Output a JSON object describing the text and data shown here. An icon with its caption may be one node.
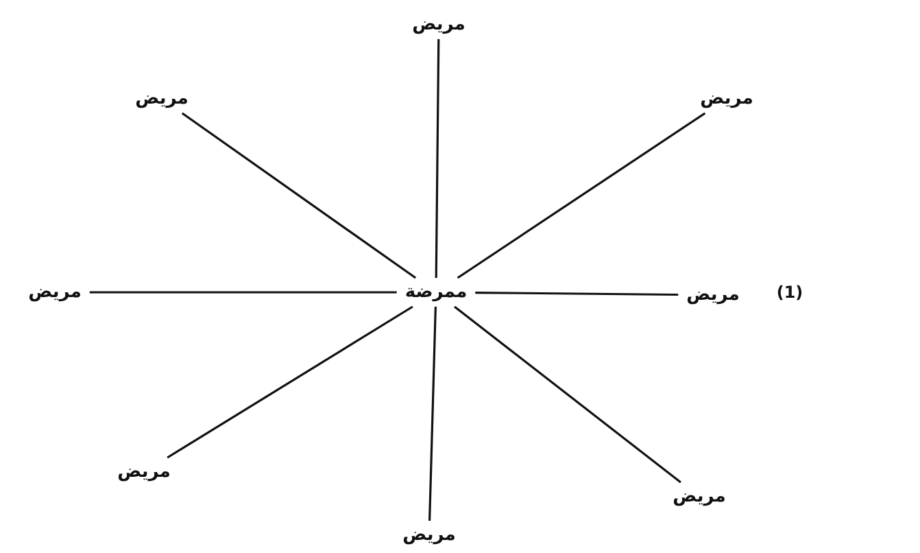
{
  "diagram": {
    "nodes": [
      {
        "text": [
          "ممرضة"
        ]
      },
      {
        "text": [
          "مريض"
        ]
      },
      {
        "text": [
          "مريض"
        ]
      },
      {
        "text": [
          "مريض"
        ]
      },
      {
        "text": [
          "مريض"
        ]
      },
      {
        "text": [
          "مريض"
        ]
      },
      {
        "text": [
          "مريض"
        ]
      },
      {
        "text": [
          "مريض"
        ]
      },
      {
        "text": [
          "مريض"
        ]
      }
    ],
    "edges": [
      {
        "from": 0,
        "to": 1,
        "arrow": "none"
      },
      {
        "from": 0,
        "to": 2,
        "arrow": "none"
      },
      {
        "from": 0,
        "to": 3,
        "arrow": "none"
      },
      {
        "from": 0,
        "to": 4,
        "arrow": "none"
      },
      {
        "from": 0,
        "to": 5,
        "arrow": "none"
      },
      {
        "from": 0,
        "to": 6,
        "arrow": "none"
      },
      {
        "from": 0,
        "to": 7,
        "arrow": "none"
      },
      {
        "from": 0,
        "to": 8,
        "arrow": "none"
      }
    ],
    "labels": [
      "(1)"
    ]
  }
}
